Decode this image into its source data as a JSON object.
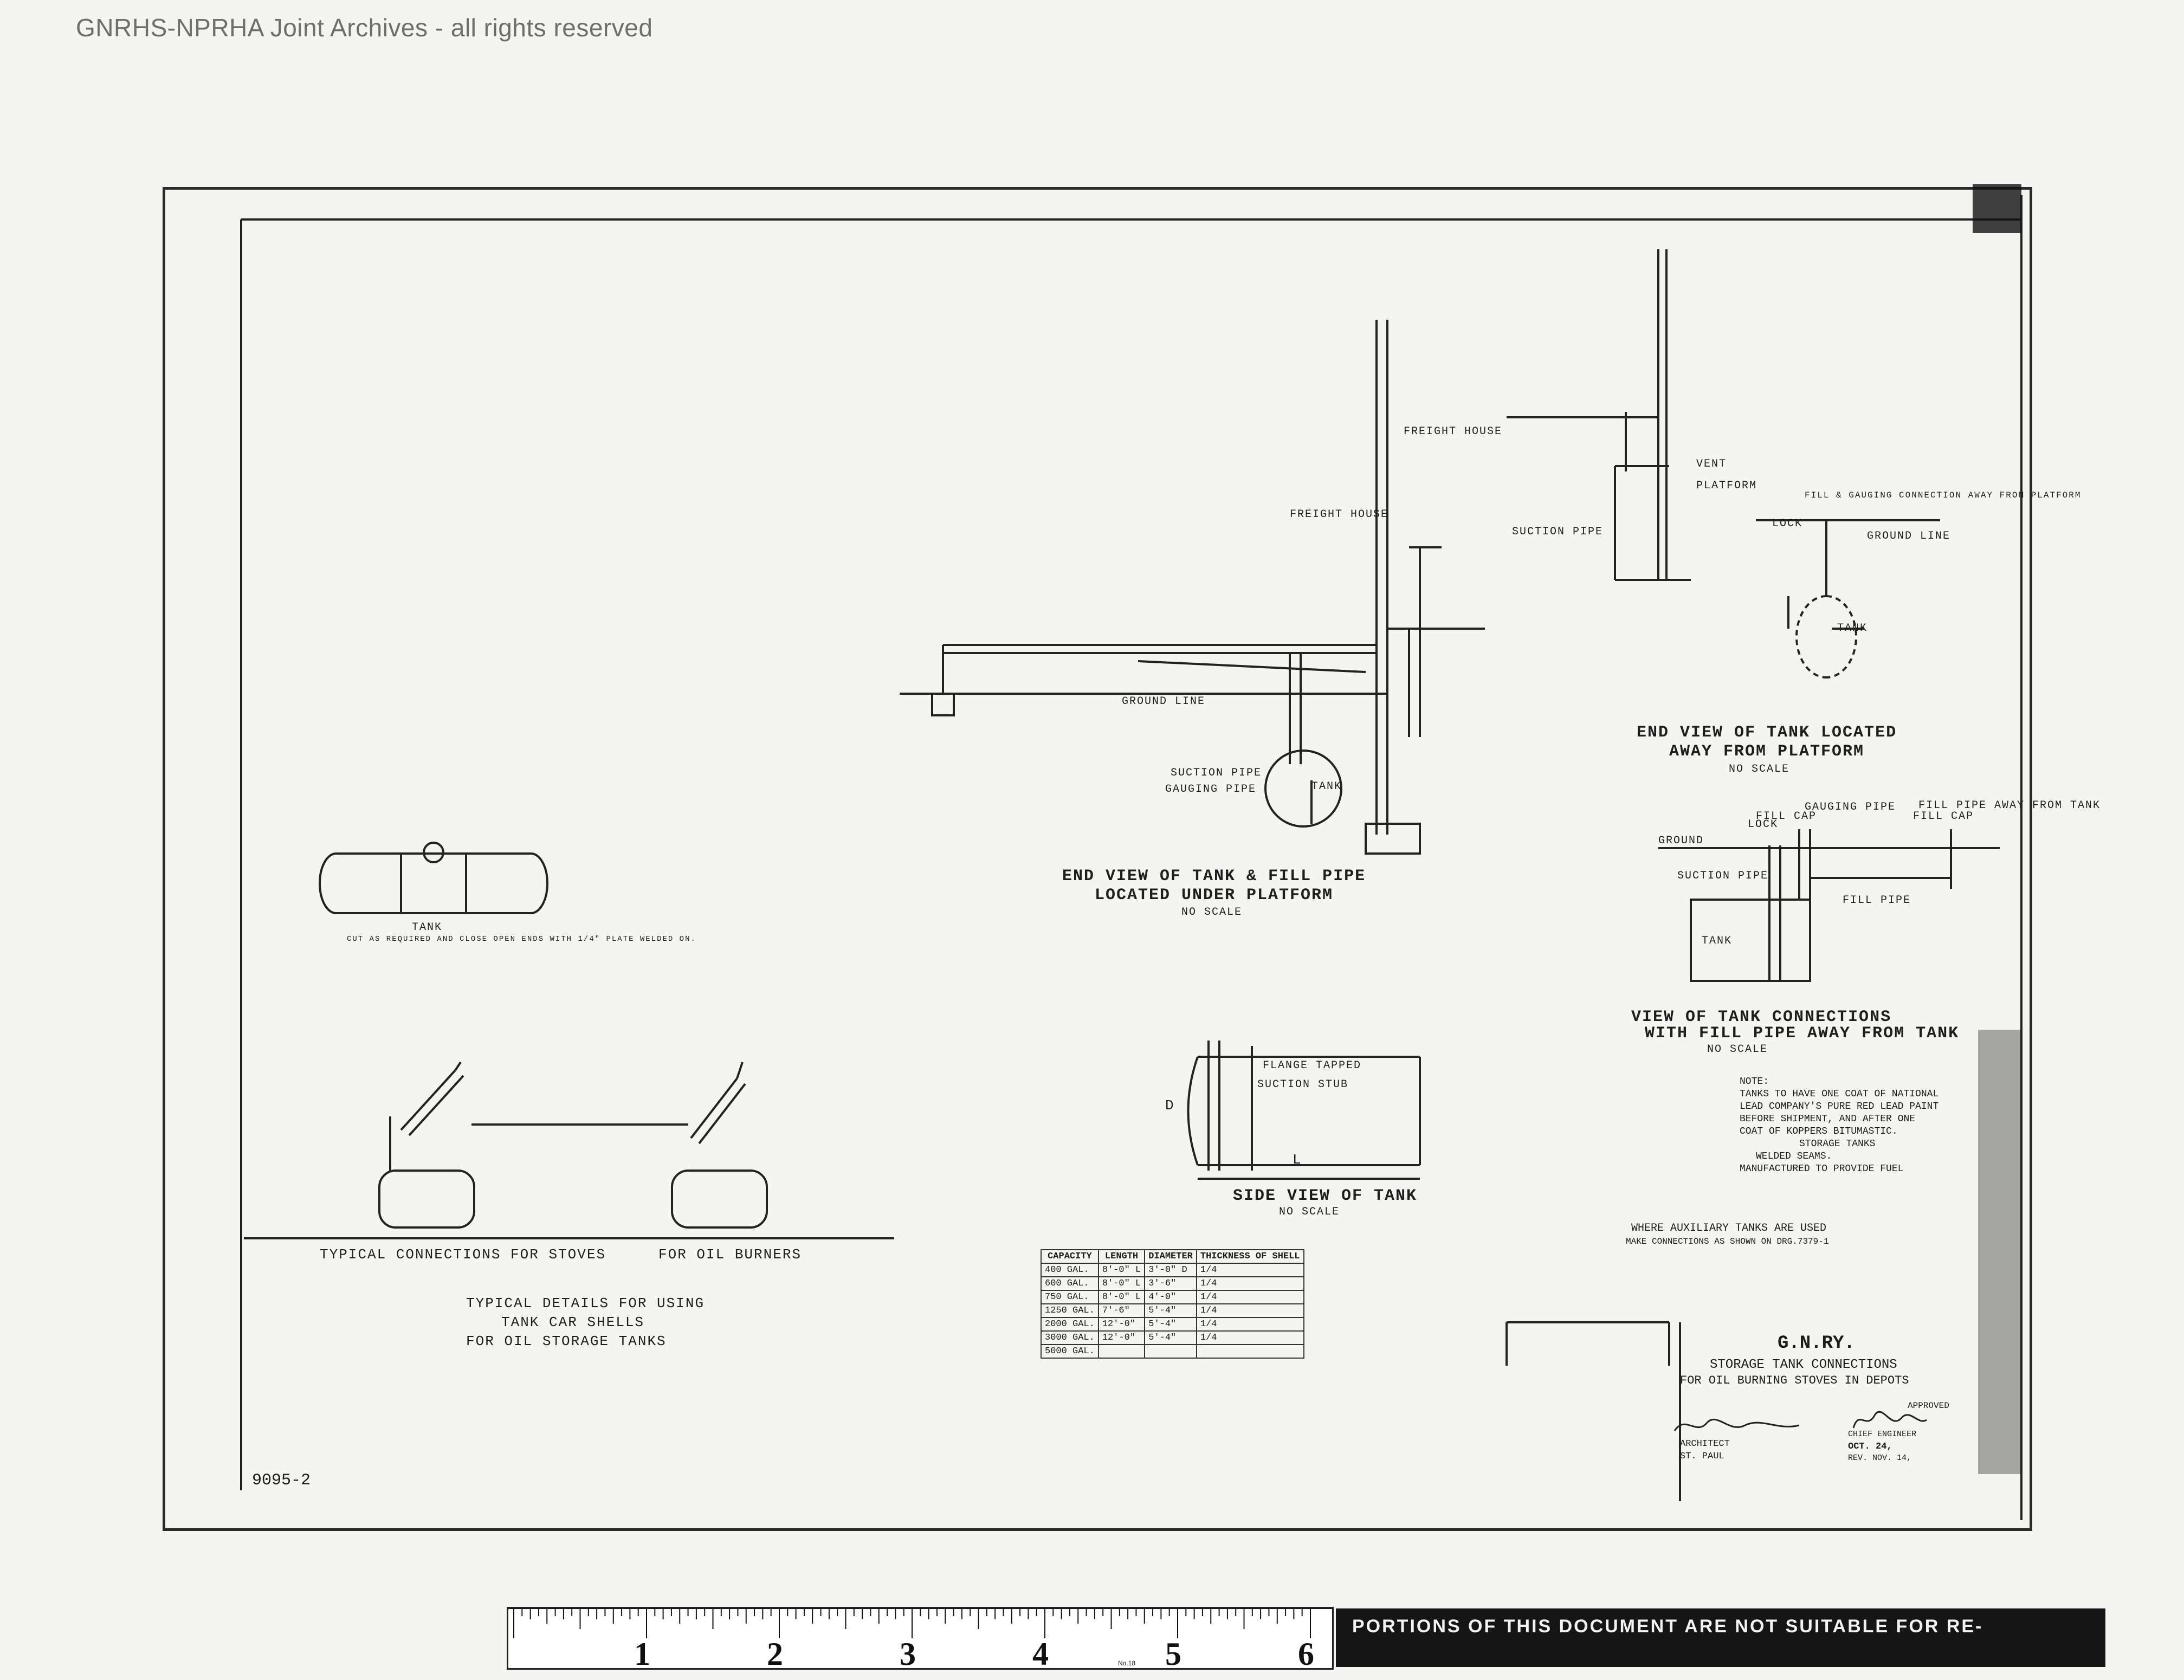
{
  "watermark": "GNRHS-NPRHA Joint Archives - all rights reserved",
  "drawing_number": "9095-2",
  "views": {
    "end_view_under_platform": {
      "title": "END VIEW OF TANK & FILL PIPE",
      "subtitle": "LOCATED UNDER PLATFORM",
      "scale": "NO SCALE"
    },
    "end_view_away_platform": {
      "title": "END VIEW OF TANK LOCATED",
      "subtitle": "AWAY FROM PLATFORM",
      "scale": "NO SCALE"
    },
    "tank_connections_view": {
      "title": "VIEW OF TANK CONNECTIONS",
      "subtitle": "WITH FILL PIPE AWAY FROM TANK",
      "scale": "NO SCALE"
    },
    "side_view": {
      "title": "SIDE VIEW OF TANK",
      "scale": "NO SCALE"
    },
    "typical_connections": {
      "left": "TYPICAL CONNECTIONS FOR STOVES",
      "right": "FOR OIL BURNERS"
    },
    "typical_details": [
      "TYPICAL DETAILS FOR USING",
      "TANK CAR SHELLS",
      "FOR OIL STORAGE TANKS"
    ]
  },
  "labels": {
    "tank": "TANK",
    "ground_line": "GROUND LINE",
    "ground": "GROUND",
    "lock": "LOCK",
    "vent": "VENT",
    "platform": "PLATFORM",
    "suction_pipe": "SUCTION PIPE",
    "fill_cap": "FILL CAP",
    "fill_pipe": "FILL PIPE",
    "gauging_pipe": "GAUGING PIPE",
    "freight_house": "FREIGHT HOUSE",
    "fill_gauging_connection": "FILL & GAUGING CONNECTION AWAY FROM PLATFORM",
    "fill_pipe_away": "FILL PIPE AWAY FROM TANK",
    "suction_stub": "SUCTION STUB",
    "flange_tapped": "FLANGE TAPPED",
    "dim_d": "D",
    "dim_l": "L",
    "tank_note": "CUT AS REQUIRED AND CLOSE OPEN ENDS WITH 1/4\" PLATE WELDED ON."
  },
  "note": {
    "heading": "NOTE:",
    "lines": [
      "TANKS TO HAVE ONE COAT OF NATIONAL",
      "LEAD COMPANY'S PURE RED LEAD PAINT",
      "BEFORE SHIPMENT, AND AFTER ONE",
      "COAT OF KOPPERS BITUMASTIC.",
      "STORAGE TANKS",
      "WELDED SEAMS.",
      "MANUFACTURED TO PROVIDE FUEL"
    ]
  },
  "auxiliary_note": [
    "WHERE AUXILIARY TANKS ARE USED",
    "MAKE CONNECTIONS AS SHOWN ON DRG.7379-1"
  ],
  "capacity_table": {
    "headers": [
      "CAPACITY",
      "LENGTH",
      "DIAMETER",
      "THICKNESS OF SHELL"
    ],
    "rows": [
      [
        "400 GAL.",
        "8'-0\" L",
        "3'-0\" D",
        "1/4"
      ],
      [
        "600 GAL.",
        "8'-0\" L",
        "3'-6\"",
        "1/4"
      ],
      [
        "750 GAL.",
        "8'-0\" L",
        "4'-0\"",
        "1/4"
      ],
      [
        "1250 GAL.",
        "7'-6\"",
        "5'-4\"",
        "1/4"
      ],
      [
        "2000 GAL.",
        "12'-0\"",
        "5'-4\"",
        "1/4"
      ],
      [
        "3000 GAL.",
        "12'-0\"",
        "5'-4\"",
        "1/4"
      ],
      [
        "5000 GAL.",
        "",
        "",
        ""
      ]
    ]
  },
  "title_block": {
    "railway": "G.N.RY.",
    "title_1": "STORAGE TANK CONNECTIONS",
    "title_2": "FOR OIL BURNING STOVES IN DEPOTS",
    "approved": "APPROVED",
    "architect": "ARCHITECT",
    "location": "ST. PAUL",
    "chief_engineer": "CHIEF ENGINEER",
    "date": "OCT. 24,",
    "revised": "REV. NOV. 14,"
  },
  "ruler": {
    "numbers": [
      "1",
      "2",
      "3",
      "4",
      "5",
      "6"
    ],
    "caption": "No.18"
  },
  "notice_strip": "PORTIONS OF THIS DOCUMENT ARE NOT SUITABLE FOR RE-"
}
